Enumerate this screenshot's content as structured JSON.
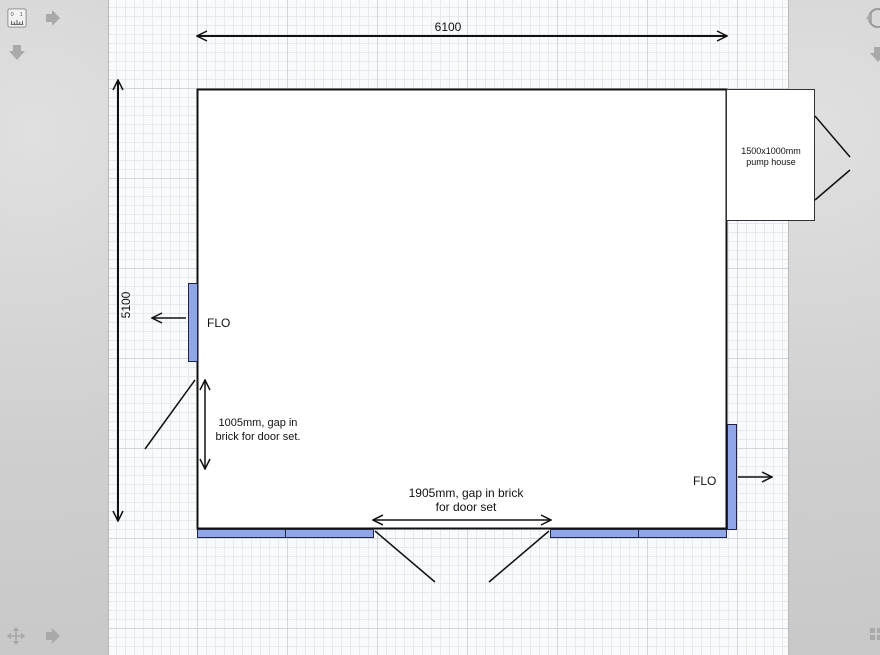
{
  "plan": {
    "width_dim": "6100",
    "height_dim": "5100",
    "pump_house_line1": "1500x1000mm",
    "pump_house_line2": "pump house",
    "flo_left": "FLO",
    "flo_right": "FLO",
    "side_door_line1": "1005mm, gap in",
    "side_door_line2": "brick for door set.",
    "front_door_line1": "1905mm, gap in brick",
    "front_door_line2": "for door set"
  },
  "toolbar": {
    "ruler_icon": "ruler-icon",
    "arrow_right_icon": "arrow-right-icon",
    "arrow_down_icon": "arrow-down-icon",
    "move_icon": "move-icon",
    "grid_icon": "grid-icon"
  },
  "colors": {
    "wall_fill": "#8fa6e8",
    "wall_stroke": "#222244",
    "line": "#111111"
  }
}
